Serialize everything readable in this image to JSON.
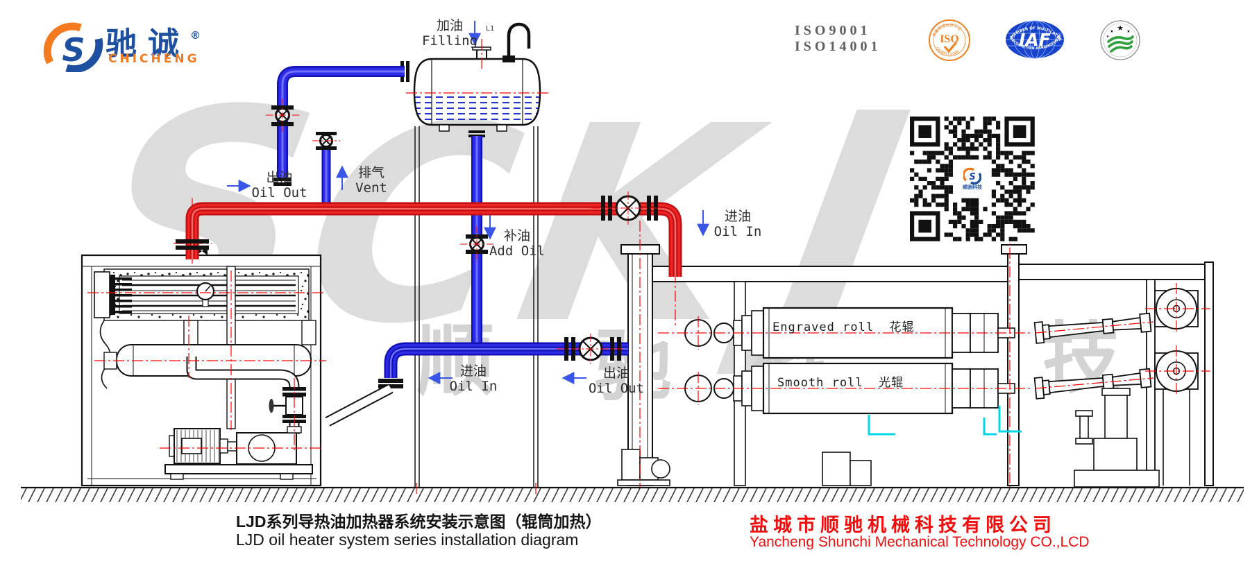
{
  "logo": {
    "name_zh": "驰诚",
    "registered": "®",
    "name_en": "CHICHENG",
    "monogram": "S"
  },
  "certs": {
    "line1": "ISO9001",
    "line2": "ISO14001",
    "iso_text": "ISO",
    "iso_arc_top": "质量管理体系认证",
    "iso_arc_bottom": "ISO9001:2000",
    "iaf_text": "IAF",
    "iaf_arc_top": "MEMBER OF MULTILATERAL",
    "iaf_arc_bottom": "RECOGNITION ARRANGEMENT"
  },
  "labels": {
    "filling": {
      "zh": "加油",
      "en": "Filling"
    },
    "oil_out_top": {
      "zh": "出油",
      "en": "Oil Out"
    },
    "vent": {
      "zh": "排气",
      "en": "Vent"
    },
    "add_oil": {
      "zh": "补油",
      "en": "Add Oil"
    },
    "oil_in_right": {
      "zh": "进油",
      "en": "Oil In"
    },
    "oil_in_mid": {
      "zh": "进油",
      "en": "Oil In"
    },
    "oil_out_mid": {
      "zh": "出油",
      "en": "Oil Out"
    }
  },
  "rollers": {
    "engraved_en": "Engraved roll",
    "engraved_zh": "花辊",
    "smooth_en": "Smooth roll",
    "smooth_zh": "光辊"
  },
  "tank": {
    "mark": "L1"
  },
  "titles": {
    "zh": "LJD系列导热油加热器系统安装示意图（辊筒加热）",
    "en": "LJD  oil heater system series installation diagram"
  },
  "company": {
    "zh": "盐城市顺驰机械科技有限公司",
    "en": "Yancheng Shunchi Mechanical Technology CO.,LCD"
  },
  "watermark": {
    "letters": [
      "S",
      "C",
      "K",
      "J"
    ],
    "chars": [
      "顺",
      "驰",
      "科",
      "技"
    ]
  },
  "qr": {
    "center_text": "顺驰科技"
  },
  "colors": {
    "pipe_hot": "#e81515",
    "pipe_cold": "#1b1bd8",
    "centerline": "#ff0000",
    "accent_orange": "#f47a20",
    "brand_blue": "#1e50a2",
    "company_red": "#f20d0d",
    "cyan_detail": "#00d8e8",
    "watermark_gray": "#d9d9d9"
  }
}
